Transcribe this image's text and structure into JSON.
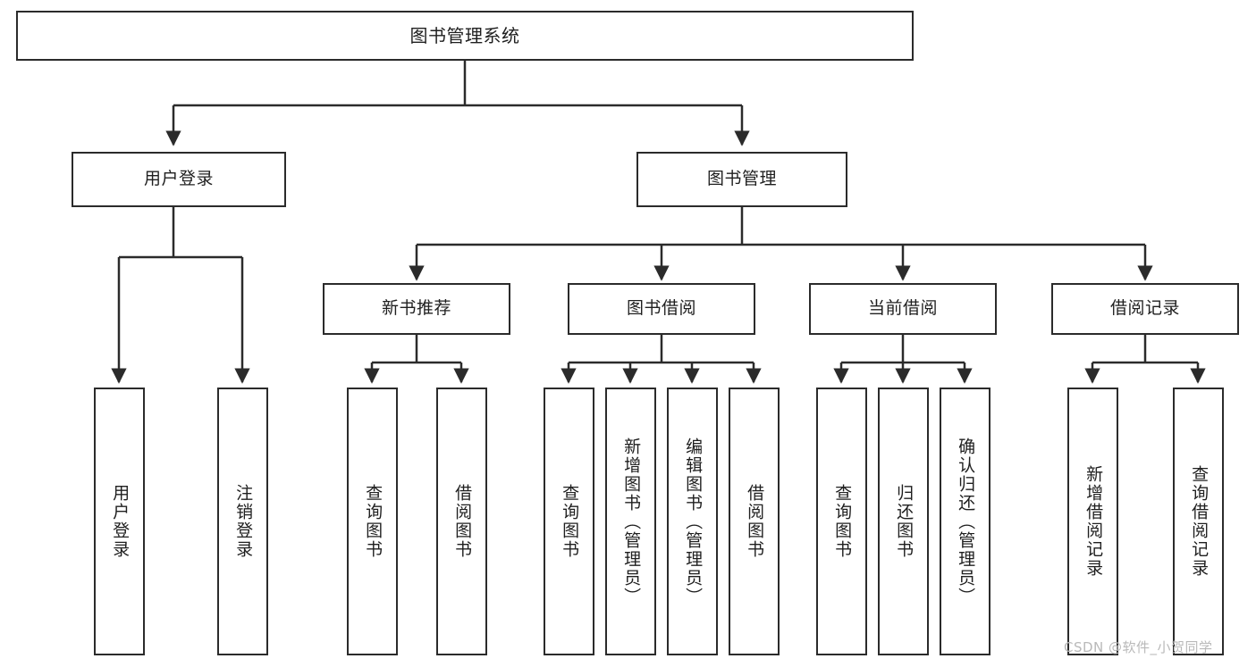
{
  "diagram": {
    "title": "图书管理系统",
    "type": "hierarchy-tree",
    "watermark": "CSDN @软件_小贺同学",
    "colors": {
      "stroke": "#2b2b2b",
      "fill": "#ffffff",
      "text": "#1f1f1f",
      "watermark": "#b9b9b9"
    },
    "nodes": {
      "root": {
        "label": "图书管理系统"
      },
      "level2": [
        {
          "id": "user-login",
          "label": "用户登录"
        },
        {
          "id": "book-management",
          "label": "图书管理"
        }
      ],
      "level3": [
        {
          "id": "new-book-recommend",
          "label": "新书推荐"
        },
        {
          "id": "book-borrow",
          "label": "图书借阅"
        },
        {
          "id": "current-borrow",
          "label": "当前借阅"
        },
        {
          "id": "borrow-record",
          "label": "借阅记录"
        }
      ],
      "leaves": [
        {
          "id": "leaf-user-login",
          "label": "用户登录"
        },
        {
          "id": "leaf-logout-login",
          "label": "注销登录"
        },
        {
          "id": "leaf-query-book-1",
          "label": "查询图书"
        },
        {
          "id": "leaf-borrow-book-1",
          "label": "借阅图书"
        },
        {
          "id": "leaf-query-book-2",
          "label": "查询图书"
        },
        {
          "id": "leaf-add-book",
          "label": "新增图书（管理员）"
        },
        {
          "id": "leaf-edit-book",
          "label": "编辑图书（管理员）"
        },
        {
          "id": "leaf-borrow-book-2",
          "label": "借阅图书"
        },
        {
          "id": "leaf-query-book-3",
          "label": "查询图书"
        },
        {
          "id": "leaf-return-book",
          "label": "归还图书"
        },
        {
          "id": "leaf-confirm-return",
          "label": "确认归还（管理员）"
        },
        {
          "id": "leaf-add-borrow-record",
          "label": "新增借阅记录"
        },
        {
          "id": "leaf-query-borrow-record",
          "label": "查询借阅记录"
        }
      ]
    }
  }
}
